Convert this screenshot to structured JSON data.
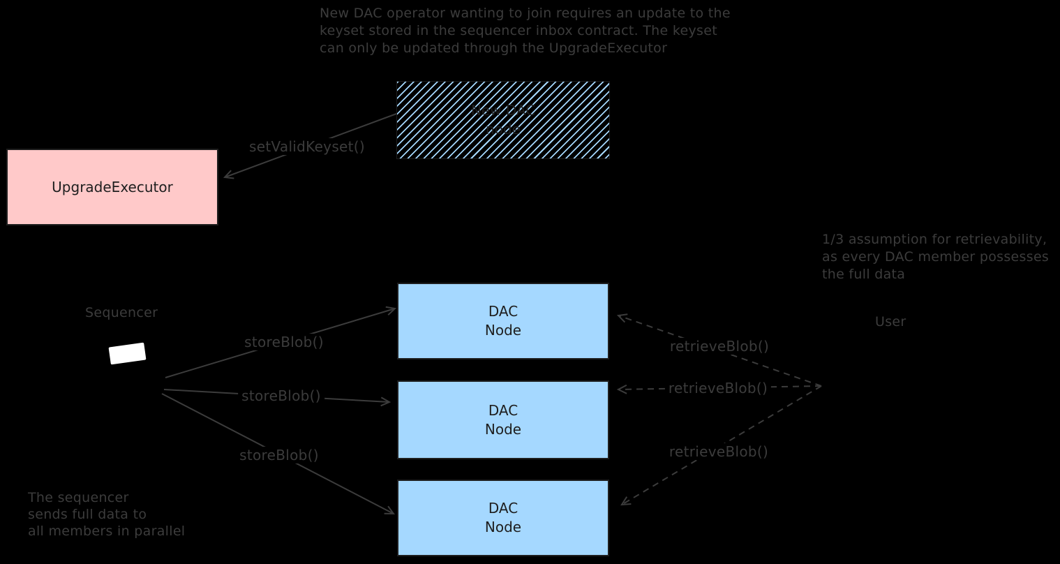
{
  "colors": {
    "background": "#000000",
    "stroke_gray": "#3c3c3c",
    "ink": "#1e1e1e",
    "pink_fill": "#ffc9c9",
    "blue_fill": "#a5d8ff",
    "sequencer_shape": "#ffffff"
  },
  "notes": {
    "top": {
      "lines": [
        "New DAC operator wanting to join requires an update to the",
        "keyset stored in the sequencer inbox contract. The keyset",
        "can only be updated through the UpgradeExecutor"
      ]
    },
    "right": {
      "lines": [
        "1/3 assumption for retrievability,",
        "as every DAC member possesses",
        "the full data"
      ]
    },
    "bottom_left": {
      "lines": [
        "The sequencer",
        "sends full data to",
        "all members in parallel"
      ]
    }
  },
  "nodes": {
    "new_dac": {
      "lines": [
        "New DAC",
        "node"
      ]
    },
    "upgrade_executor": {
      "label": "UpgradeExecutor"
    },
    "dac": {
      "lines": [
        "DAC",
        "Node"
      ]
    },
    "sequencer": {
      "label": "Sequencer"
    },
    "user": {
      "label": "User"
    }
  },
  "edges": {
    "set_valid_keyset": {
      "label": "setValidKeyset()"
    },
    "store_blob": {
      "label": "storeBlob()"
    },
    "retrieve_blob": {
      "label": "retrieveBlob()"
    }
  }
}
